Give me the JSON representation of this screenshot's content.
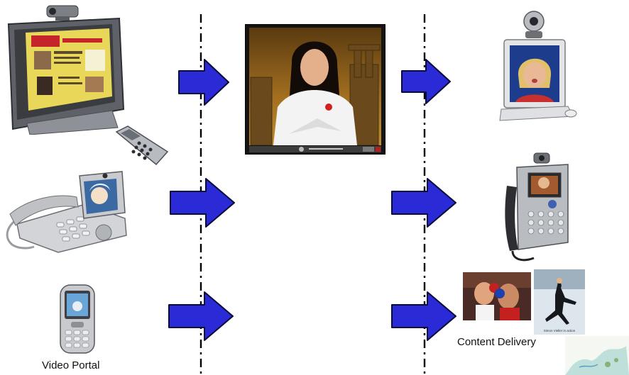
{
  "labels": {
    "video_portal": "Video Portal",
    "content_delivery": "Content Delivery",
    "skater_caption": "Simon Vieller in action"
  },
  "colors": {
    "arrow_fill": "#2a2ad6",
    "arrow_stroke": "#0b0b3a",
    "divider": "#000000"
  },
  "icons": {
    "left_column": [
      "television-with-settop-camera",
      "videophone-handset-desk",
      "mobile-phone-video"
    ],
    "center": "streaming-video-player",
    "right_column": [
      "webcam-monitor",
      "videophone-desk",
      "content-thumbnails"
    ]
  }
}
